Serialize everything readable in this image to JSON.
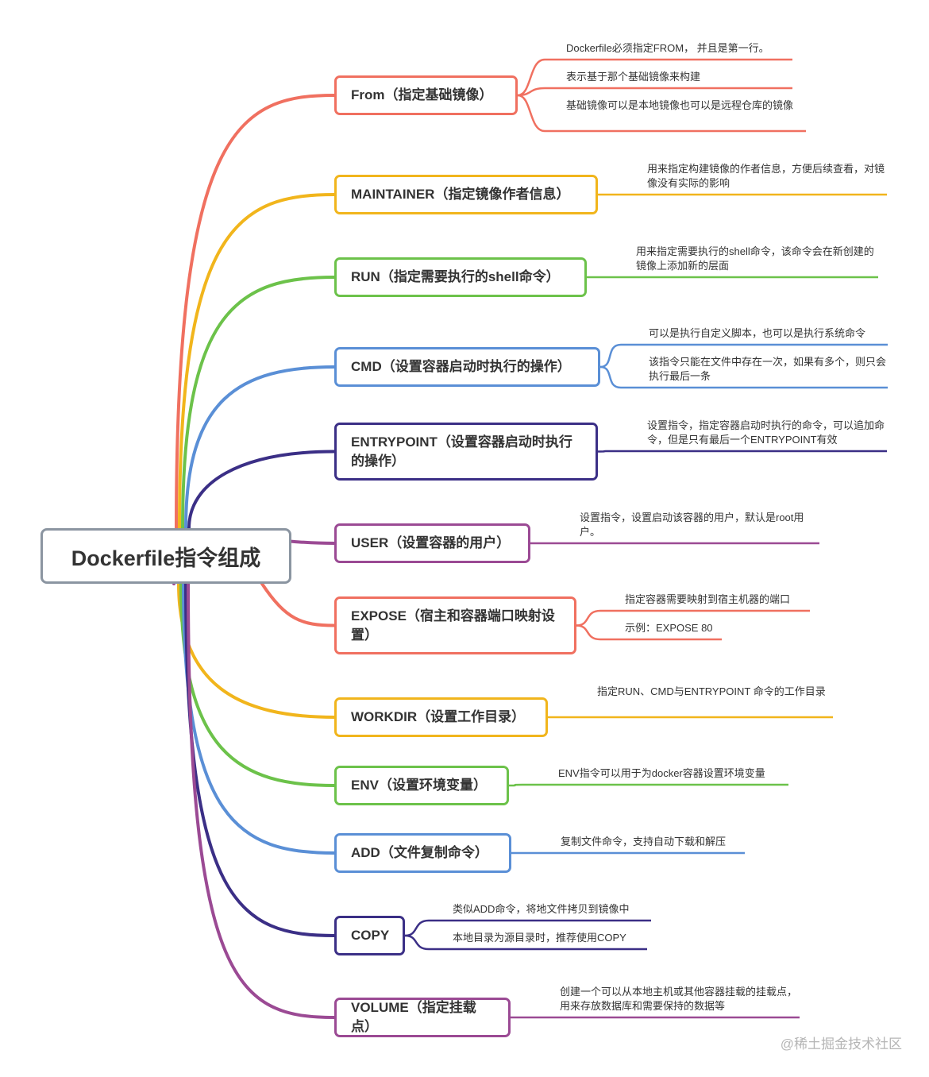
{
  "diagram": {
    "root": {
      "label": "Dockerfile指令组成",
      "color": "#8b95a1"
    },
    "branches": [
      {
        "id": "from",
        "label": "From（指定基础镜像）",
        "color": "#f07060",
        "leaves": [
          "Dockerfile必须指定FROM， 并且是第一行。",
          "表示基于那个基础镜像来构建",
          "基础镜像可以是本地镜像也可以是远程仓库的镜像"
        ]
      },
      {
        "id": "maintainer",
        "label": "MAINTAINER（指定镜像作者信息）",
        "color": "#f1b51c",
        "leaves": [
          "用来指定构建镜像的作者信息，方便后续查看，对镜像没有实际的影响"
        ]
      },
      {
        "id": "run",
        "label": "RUN（指定需要执行的shell命令）",
        "color": "#6cc24a",
        "leaves": [
          "用来指定需要执行的shell命令，该命令会在新创建的镜像上添加新的层面"
        ]
      },
      {
        "id": "cmd",
        "label": "CMD（设置容器启动时执行的操作）",
        "color": "#5a8fd6",
        "leaves": [
          "可以是执行自定义脚本，也可以是执行系统命令",
          "该指令只能在文件中存在一次，如果有多个，则只会执行最后一条"
        ]
      },
      {
        "id": "entrypoint",
        "label": "ENTRYPOINT（设置容器启动时执行的操作）",
        "color": "#3b2f86",
        "leaves": [
          "设置指令，指定容器启动时执行的命令，可以追加命令，但是只有最后一个ENTRYPOINT有效"
        ]
      },
      {
        "id": "user",
        "label": "USER（设置容器的用户）",
        "color": "#9b4a94",
        "leaves": [
          "设置指令，设置启动该容器的用户，默认是root用户。"
        ]
      },
      {
        "id": "expose",
        "label": "EXPOSE（宿主和容器端口映射设置）",
        "color": "#f07060",
        "leaves": [
          "指定容器需要映射到宿主机器的端口",
          "示例：EXPOSE 80"
        ]
      },
      {
        "id": "workdir",
        "label": "WORKDIR（设置工作目录）",
        "color": "#f1b51c",
        "leaves": [
          "指定RUN、CMD与ENTRYPOINT 命令的工作目录"
        ]
      },
      {
        "id": "env",
        "label": "ENV（设置环境变量）",
        "color": "#6cc24a",
        "leaves": [
          "ENV指令可以用于为docker容器设置环境变量"
        ]
      },
      {
        "id": "add",
        "label": "ADD（文件复制命令）",
        "color": "#5a8fd6",
        "leaves": [
          "复制文件命令，支持自动下载和解压"
        ]
      },
      {
        "id": "copy",
        "label": "COPY",
        "color": "#3b2f86",
        "leaves": [
          "类似ADD命令，将地文件拷贝到镜像中",
          "本地目录为源目录时，推荐使用COPY"
        ]
      },
      {
        "id": "volume",
        "label": "VOLUME（指定挂载点）",
        "color": "#9b4a94",
        "leaves": [
          "创建一个可以从本地主机或其他容器挂载的挂载点，用来存放数据库和需要保持的数据等"
        ]
      }
    ]
  },
  "watermark": "@稀土掘金技术社区"
}
